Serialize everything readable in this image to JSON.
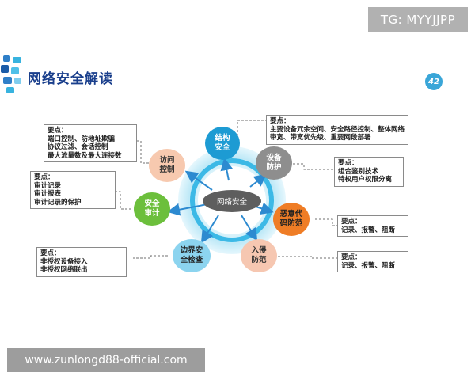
{
  "watermark": {
    "tg": "TG: MYYJJPP",
    "url": "www.zunlongd88-official.com"
  },
  "header": {
    "title": "网络安全解读",
    "page_number": "42"
  },
  "hub_label": "网络安全",
  "nodes": [
    {
      "label": "结构\n安全",
      "color": "#1d9bd3"
    },
    {
      "label": "设备\n防护",
      "color": "#8e8e8e"
    },
    {
      "label": "恶意代\n码防范",
      "color": "#ef7d26"
    },
    {
      "label": "入侵\n防范",
      "color": "#f6c7b1"
    },
    {
      "label": "边界安\n全检查",
      "color": "#8cd4ef"
    },
    {
      "label": "安全\n审计",
      "color": "#6cbf3c"
    },
    {
      "label": "访问\n控制",
      "color": "#f7c9af"
    }
  ],
  "boxes": [
    {
      "heading": "要点：",
      "lines": [
        "主要设备冗余空间、安全路径控制、整体网络",
        "带宽、带宽优先级、重要网段部署"
      ]
    },
    {
      "heading": "要点：",
      "lines": [
        "组合鉴别技术",
        "特权用户权限分离"
      ]
    },
    {
      "heading": "要点：",
      "lines": [
        "记录、报警、阻断"
      ]
    },
    {
      "heading": "要点：",
      "lines": [
        "记录、报警、阻断"
      ]
    },
    {
      "heading": "要点：",
      "lines": [
        "端口控制、防地址欺骗",
        "协议过滤、会话控制",
        "最大流量数及最大连接数"
      ]
    },
    {
      "heading": "要点：",
      "lines": [
        "审计记录",
        "审计报表",
        "审计记录的保护"
      ]
    },
    {
      "heading": "要点：",
      "lines": [
        "非授权设备接入",
        "非授权网络联出"
      ]
    }
  ],
  "colors": {
    "title": "#1a3f8c",
    "arrow": "#2d8ad0",
    "ring_outer": "#c6ecf8",
    "ring_inner": "#3cb9e6"
  }
}
